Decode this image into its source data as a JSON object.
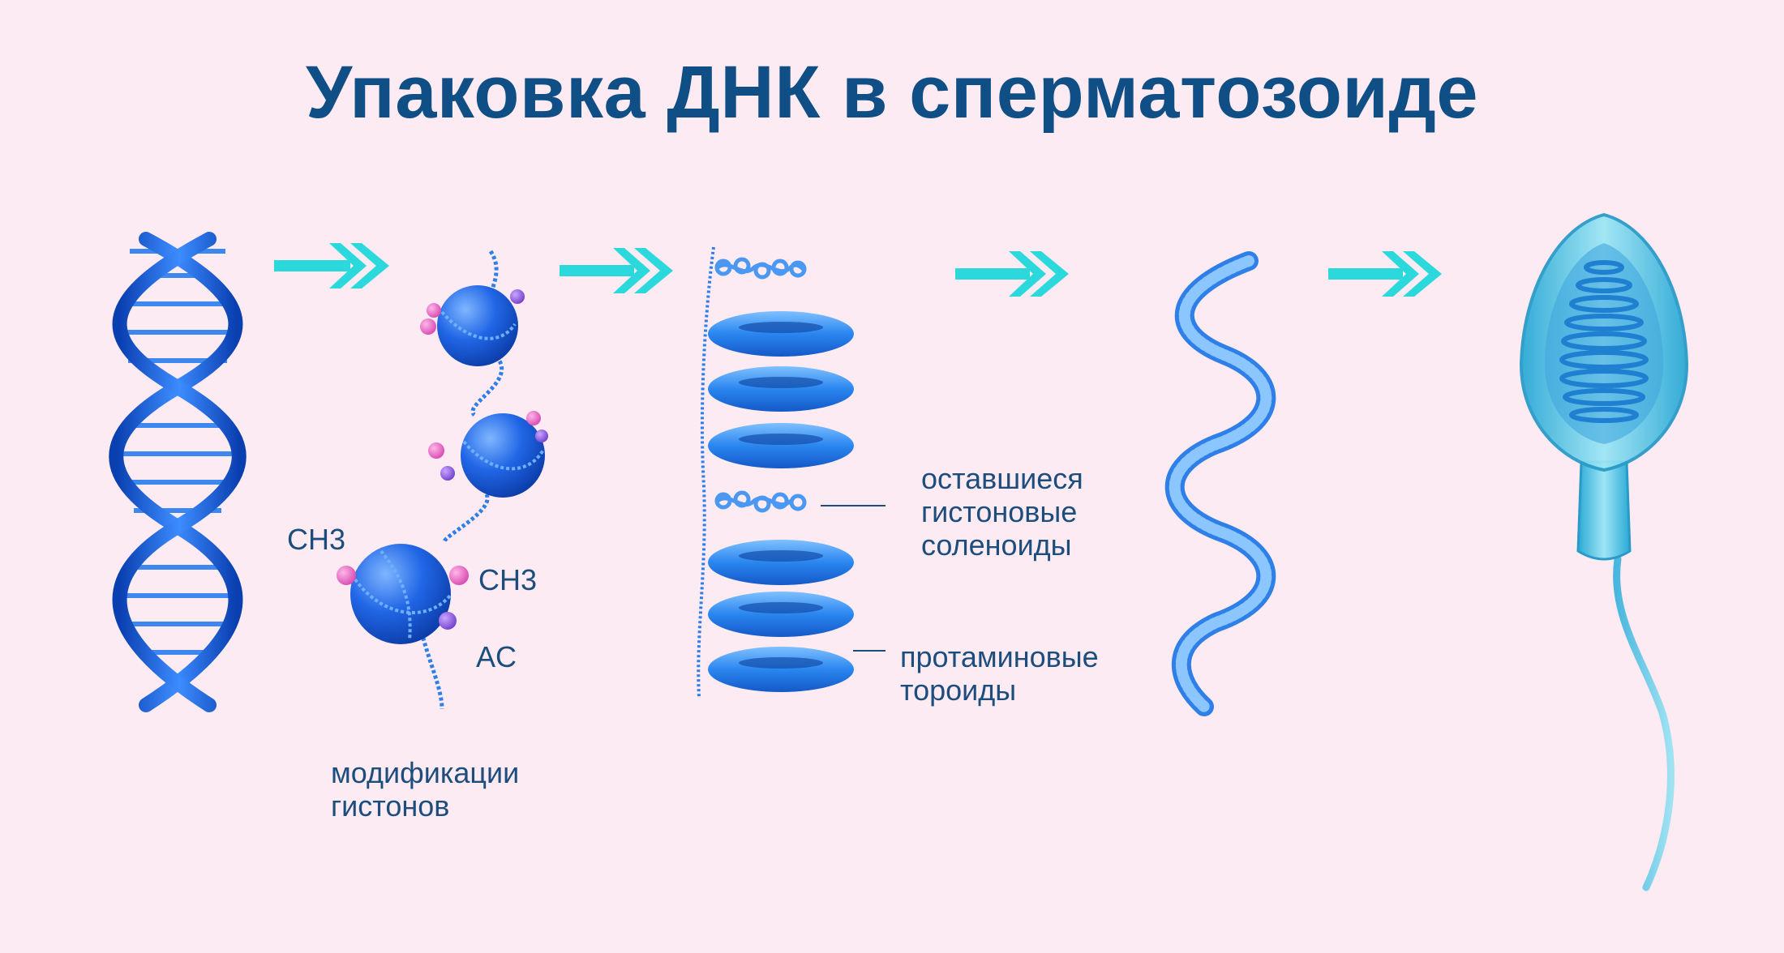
{
  "title": "Упаковка ДНК в сперматозоиде",
  "labels": {
    "ch3_left": "CH3",
    "ch3_right": "CH3",
    "ac": "AC",
    "histone_mods_1": "модификации",
    "histone_mods_2": "гистонов",
    "remaining_1": "оставшиеся",
    "remaining_2": "гистоновые",
    "remaining_3": "соленоиды",
    "protamine_1": "протаминовые",
    "protamine_2": "тороиды"
  },
  "colors": {
    "background": "#fdebf3",
    "title": "#0f4f86",
    "text": "#1d4d7c",
    "arrow": "#2bd9dc",
    "dna": "#1f6ee0",
    "pink_group": "#e56bc3",
    "purple_group": "#8b55d8"
  },
  "icons": [
    "dna-helix-icon",
    "nucleosome-icon",
    "toroid-icon",
    "solenoid-icon",
    "supercoil-icon",
    "sperm-cell-icon",
    "arrow-right-icon"
  ]
}
